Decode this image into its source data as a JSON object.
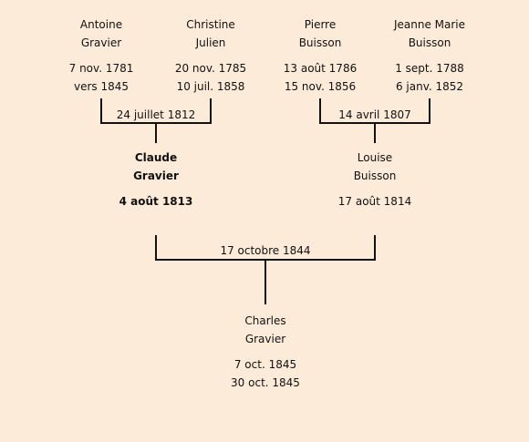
{
  "persons": {
    "antoine": {
      "first": "Antoine",
      "last": "Gravier",
      "birth": "7 nov. 1781",
      "death": "vers 1845"
    },
    "christine": {
      "first": "Christine",
      "last": "Julien",
      "birth": "20 nov. 1785",
      "death": "10 juil. 1858"
    },
    "pierre": {
      "first": "Pierre",
      "last": "Buisson",
      "birth": "13 août 1786",
      "death": "15 nov. 1856"
    },
    "jeanne": {
      "first": "Jeanne Marie",
      "last": "Buisson",
      "birth": "1 sept. 1788",
      "death": "6 janv. 1852"
    },
    "claude": {
      "first": "Claude",
      "last": "Gravier",
      "birth": "4 août 1813"
    },
    "louise": {
      "first": "Louise",
      "last": "Buisson",
      "birth": "17 août 1814"
    },
    "charles": {
      "first": "Charles",
      "last": "Gravier",
      "birth": "7 oct. 1845",
      "death": "30 oct. 1845"
    }
  },
  "marriages": {
    "antoine_christine": "24 juillet 1812",
    "pierre_jeanne": "14 avril 1807",
    "claude_louise": "17 octobre 1844"
  }
}
